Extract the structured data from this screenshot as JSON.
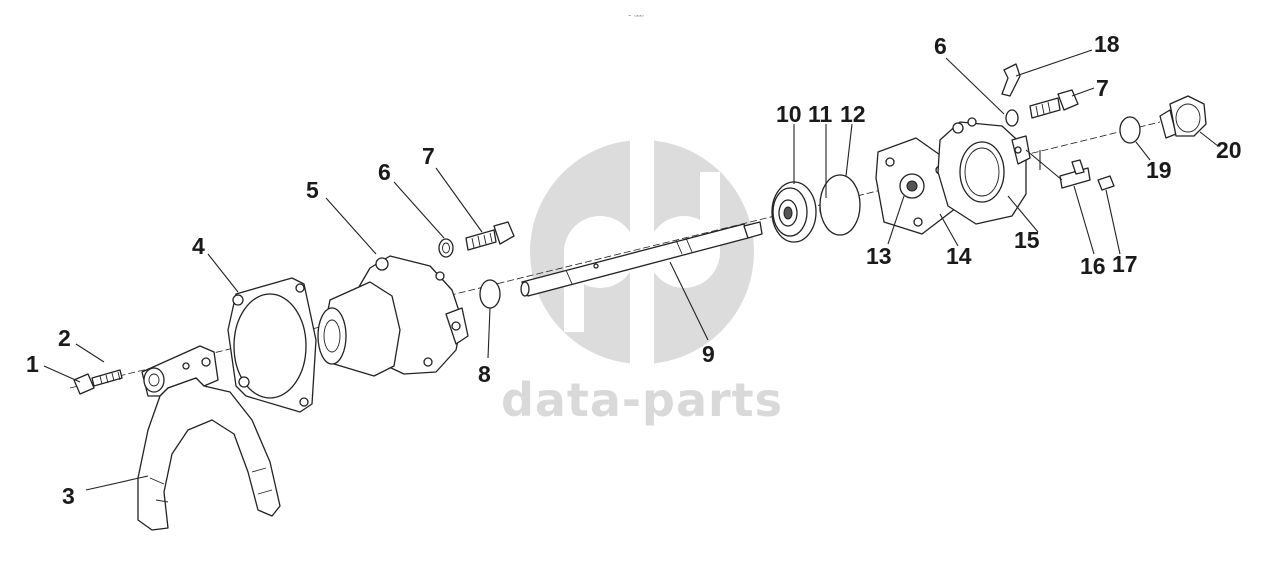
{
  "diagram": {
    "tiny_mark": "⌁ ▭▭▭",
    "watermark": {
      "text": "data-parts",
      "color": "#d9d9d9"
    },
    "callouts": [
      {
        "id": "1",
        "label": "1"
      },
      {
        "id": "2",
        "label": "2"
      },
      {
        "id": "3",
        "label": "3"
      },
      {
        "id": "4",
        "label": "4"
      },
      {
        "id": "5",
        "label": "5"
      },
      {
        "id": "6a",
        "label": "6"
      },
      {
        "id": "7a",
        "label": "7"
      },
      {
        "id": "8",
        "label": "8"
      },
      {
        "id": "9",
        "label": "9"
      },
      {
        "id": "10",
        "label": "10"
      },
      {
        "id": "11",
        "label": "11"
      },
      {
        "id": "12",
        "label": "12"
      },
      {
        "id": "13",
        "label": "13"
      },
      {
        "id": "14",
        "label": "14"
      },
      {
        "id": "15",
        "label": "15"
      },
      {
        "id": "16",
        "label": "16"
      },
      {
        "id": "17",
        "label": "17"
      },
      {
        "id": "6b",
        "label": "6"
      },
      {
        "id": "7b",
        "label": "7"
      },
      {
        "id": "18",
        "label": "18"
      },
      {
        "id": "19",
        "label": "19"
      },
      {
        "id": "20",
        "label": "20"
      }
    ]
  }
}
